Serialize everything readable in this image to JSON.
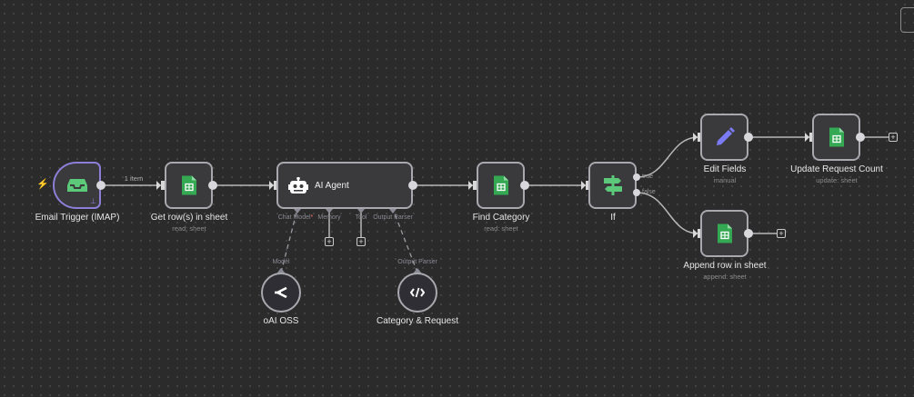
{
  "canvas": {
    "background": "#2b2b2b",
    "accent_trigger": "#8b7fd8",
    "sheets_green": "#34a853",
    "edit_purple": "#7b7bf5"
  },
  "nodes": {
    "email_trigger": {
      "label": "Email Trigger (IMAP)",
      "icon": "inbox-icon"
    },
    "get_rows": {
      "label": "Get row(s) in sheet",
      "subtitle": "read: sheet",
      "icon": "google-sheets-icon"
    },
    "ai_agent": {
      "label": "AI Agent",
      "icon": "robot-icon",
      "ports": [
        "Chat Model",
        "Memory",
        "Tool",
        "Output Parser"
      ],
      "required_marker": "*"
    },
    "find_category": {
      "label": "Find Category",
      "subtitle": "read: sheet",
      "icon": "google-sheets-icon"
    },
    "if": {
      "label": "If",
      "icon": "signpost-icon",
      "branches": [
        "true",
        "false"
      ]
    },
    "edit_fields": {
      "label": "Edit Fields",
      "subtitle": "manual",
      "icon": "pencil-icon"
    },
    "update_request_count": {
      "label": "Update Request Count",
      "subtitle": "update: sheet",
      "icon": "google-sheets-icon"
    },
    "append_row": {
      "label": "Append row in sheet",
      "subtitle": "append: sheet",
      "icon": "google-sheets-icon"
    },
    "oai_oss": {
      "label": "oAI OSS",
      "port_label": "Model",
      "icon": "model-icon"
    },
    "category_request": {
      "label": "Category & Request",
      "port_label": "Output Parser",
      "icon": "code-icon"
    }
  },
  "edges": {
    "trigger_to_get_rows": "1 item"
  },
  "add_button_symbol": "+"
}
